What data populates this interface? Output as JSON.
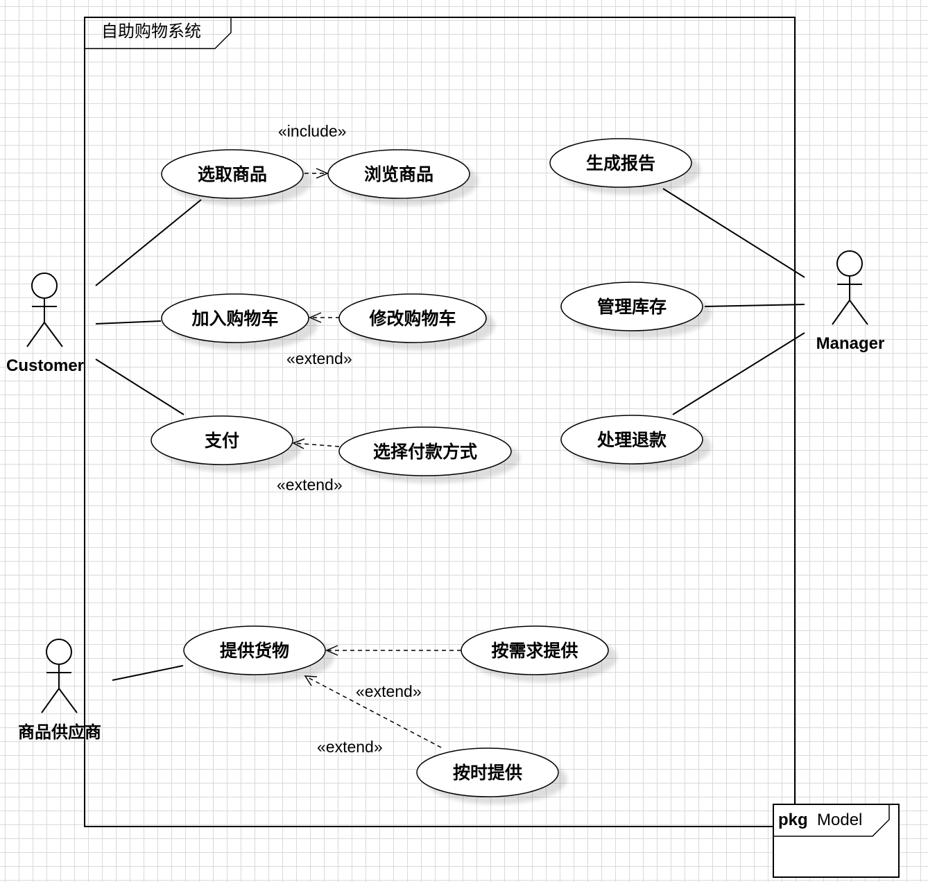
{
  "system": {
    "title": "自助购物系统"
  },
  "package": {
    "keyword": "pkg",
    "name": "Model"
  },
  "actors": {
    "customer": "Customer",
    "manager": "Manager",
    "supplier": "商品供应商"
  },
  "use_cases": {
    "select_goods": "选取商品",
    "browse_goods": "浏览商品",
    "add_cart": "加入购物车",
    "modify_cart": "修改购物车",
    "pay": "支付",
    "choose_payment": "选择付款方式",
    "generate_report": "生成报告",
    "manage_inventory": "管理库存",
    "handle_refund": "处理退款",
    "supply_goods": "提供货物",
    "supply_on_demand": "按需求提供",
    "supply_on_time": "按时提供"
  },
  "stereotypes": {
    "include_browse": "«include»",
    "extend_modify_cart": "«extend»",
    "extend_payment": "«extend»",
    "extend_on_demand": "«extend»",
    "extend_on_time": "«extend»"
  }
}
